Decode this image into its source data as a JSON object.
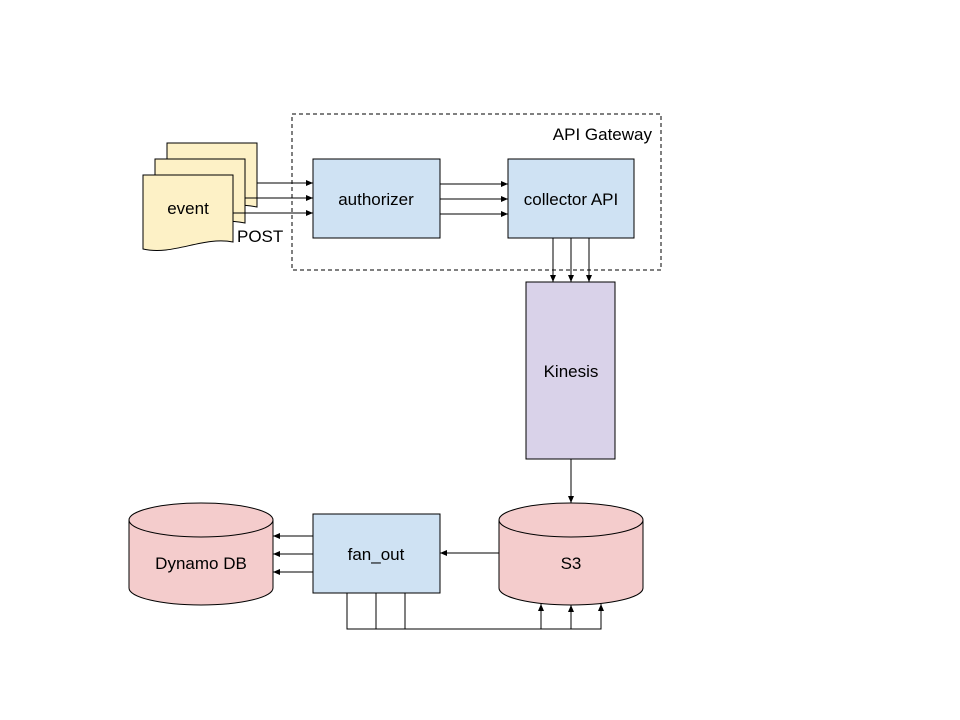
{
  "diagram": {
    "group_label": "API Gateway",
    "event_label": "event",
    "post_label": "POST",
    "authorizer_label": "authorizer",
    "collector_label": "collector API",
    "kinesis_label": "Kinesis",
    "s3_label": "S3",
    "fanout_label": "fan_out",
    "dynamo_label": "Dynamo DB"
  },
  "colors": {
    "event_fill": "#fdf1c6",
    "lambda_fill": "#cfe2f3",
    "kinesis_fill": "#d9d2e9",
    "storage_fill": "#f4cccc",
    "stroke": "#000000"
  }
}
